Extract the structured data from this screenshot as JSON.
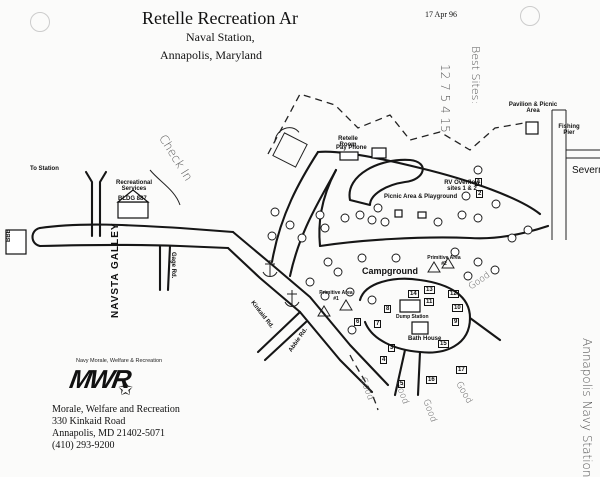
{
  "header": {
    "title": "Retelle Recreation Ar",
    "subtitle": "Naval Station,",
    "location": "Annapolis, Maryland",
    "date_note": "17 Apr 96"
  },
  "handwritten": {
    "best_sites": "Best Sites:",
    "site_list": "12 7 5 4 15",
    "check_in": "Check In",
    "good_1": "Good",
    "good_2": "Good",
    "good_3": "Good",
    "good_4": "Good",
    "good_5": "Good",
    "side_note": "Annapolis Navy Station"
  },
  "labels": {
    "pavilion": "Pavilion & Picnic Area",
    "fishing_pier": "Fishing Pier",
    "river": "Severn River",
    "retelle_room": "Retelle Room",
    "pay_phone": "Pay Phone",
    "rv_overflow": "RV Overflow sites 1 & 2",
    "picnic_playground": "Picnic Area & Playground",
    "rec_services": "Recreational Services",
    "bldg": "BLDG 887",
    "to_station": "To Station",
    "bay_left": "BBB",
    "navsta_galley": "NAVSTA GALLEY",
    "gage_rd": "Gage Rd.",
    "kinkaid_rd": "Kinkaid Rd.",
    "abbie_rd": "Abbie Rd.",
    "campground": "Campground",
    "primitive_1": "Primitive Area #2",
    "primitive_2": "Primitive Area #1",
    "bath_house": "Bath House",
    "dump_station": "Dump Station"
  },
  "site_numbers": [
    "1",
    "2",
    "3",
    "4",
    "5",
    "6",
    "7",
    "8",
    "9",
    "10",
    "11",
    "12",
    "13",
    "14",
    "15",
    "16",
    "17"
  ],
  "footer": {
    "tagline": "Navy Morale, Welfare & Recreation",
    "logo": "MWR",
    "org": "Morale, Welfare and Recreation",
    "street": "330 Kinkaid Road",
    "city": "Annapolis, MD 21402-5071",
    "phone": "(410) 293-9200"
  }
}
